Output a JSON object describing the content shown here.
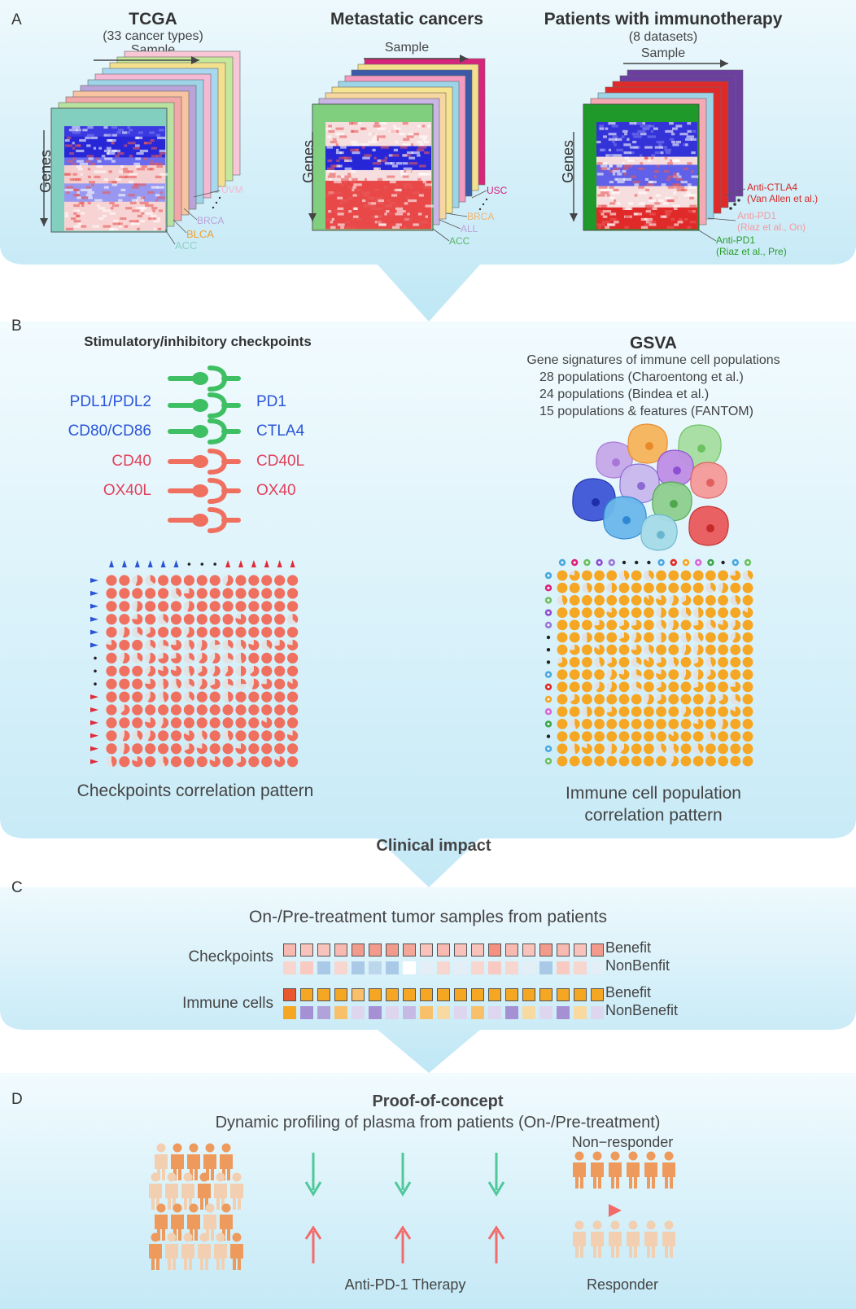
{
  "panels": {
    "a": "A",
    "b": "B",
    "c": "C",
    "d": "D"
  },
  "panelA": {
    "tcga": {
      "title": "TCGA",
      "subtitle": "(33 cancer types)",
      "sample": "Sample",
      "genes": "Genes",
      "labels": [
        "UVM",
        "BRCA",
        "BLCA",
        "ACC"
      ],
      "label_colors": [
        "#f4b9d4",
        "#b9a3d8",
        "#f2a032",
        "#8fd0c4"
      ]
    },
    "metastatic": {
      "title": "Metastatic cancers",
      "sample": "Sample",
      "genes": "Genes",
      "labels": [
        "USC",
        "BRCA",
        "ALL",
        "ACC"
      ],
      "label_colors": [
        "#d81b7c",
        "#f2b36a",
        "#b9a3d8",
        "#5ab46a"
      ]
    },
    "immuno": {
      "title": "Patients with immunotherapy",
      "subtitle": "(8 datasets)",
      "sample": "Sample",
      "genes": "Genes",
      "labels": [
        {
          "line1": "Anti-CTLA4",
          "line2": "(Van Allen et al.)",
          "color": "#d42a2a"
        },
        {
          "line1": "Anti-PD1",
          "line2": "(Riaz et al., On)",
          "color": "#f39aa0"
        },
        {
          "line1": "Anti-PD1",
          "line2": "(Riaz et al., Pre)",
          "color": "#2a9d2a"
        }
      ]
    }
  },
  "panelB": {
    "checkpoints_title": "Stimulatory/inhibitory checkpoints",
    "left_labels": [
      {
        "text": "PDL1/PDL2",
        "color": "blue"
      },
      {
        "text": "CD80/CD86",
        "color": "blue"
      },
      {
        "text": "CD40",
        "color": "red"
      },
      {
        "text": "OX40L",
        "color": "red"
      }
    ],
    "right_labels": [
      {
        "text": "PD1",
        "color": "blue"
      },
      {
        "text": "CTLA4",
        "color": "blue"
      },
      {
        "text": "CD40L",
        "color": "red"
      },
      {
        "text": "OX40",
        "color": "red"
      }
    ],
    "gsva_title": "GSVA",
    "gsva_sub": "Gene signatures of immune cell populations",
    "gsva_lines": [
      "28 populations (Charoentong et al.)",
      "24 populations (Bindea et al.)",
      "15 populations & features (FANTOM)"
    ],
    "checkpoint_caption": "Checkpoints correlation pattern",
    "immune_caption_1": "Immune cell population",
    "immune_caption_2": "correlation pattern",
    "colors": {
      "green": "#3fbf63",
      "salmon": "#f07060",
      "orange": "#f5a623",
      "pie_bg": "#e2e2e2"
    }
  },
  "clinical_impact": "Clinical impact",
  "panelC": {
    "title": "On-/Pre-treatment tumor samples from patients",
    "checkpoints_label": "Checkpoints",
    "immune_label": "Immune cells",
    "benefit": "Benefit",
    "nonbenfit": "NonBenfit",
    "benefit2": "Benefit",
    "nonbenefit2": "NonBenefit",
    "rows": {
      "cp_benefit": [
        "#f7b9b0",
        "#f8c3ba",
        "#f8c3ba",
        "#f7b9b0",
        "#f29a8c",
        "#f29a8c",
        "#f29a8c",
        "#f4a699",
        "#f8c3ba",
        "#f7b9b0",
        "#f8c3ba",
        "#f8c3ba",
        "#f3907f",
        "#f7b9b0",
        "#f8c3ba",
        "#f29a8c",
        "#f7b9b0",
        "#f8c3ba",
        "#f29a8c"
      ],
      "cp_nonbenefit": [
        "#f8d6d0",
        "#f8cac2",
        "#a9c9e6",
        "#f8d6d0",
        "#a9c9e6",
        "#bcd6ec",
        "#a9c9e6",
        "#ffffff",
        "#e3eef7",
        "#f8d6d0",
        "#e3eef7",
        "#f8d6d0",
        "#f8cac2",
        "#f8d6d0",
        "#e3eef7",
        "#a9c9e6",
        "#f8cac2",
        "#f8d6d0",
        "#e3eef7"
      ],
      "ic_benefit": [
        "#e8572e",
        "#f5a623",
        "#f5a623",
        "#f5a623",
        "#f8c06a",
        "#f5a623",
        "#f5a623",
        "#f5a623",
        "#f5a623",
        "#f5a623",
        "#f5a623",
        "#f5a623",
        "#f5a623",
        "#f5a623",
        "#f5a623",
        "#f5a623",
        "#f5a623",
        "#f5a623",
        "#f5a623"
      ],
      "ic_nonbenefit": [
        "#f5a623",
        "#a590d4",
        "#b2a2da",
        "#f8c06a",
        "#ddd6ee",
        "#a590d4",
        "#ddd6ee",
        "#c6b9e4",
        "#f8c06a",
        "#f8d9a0",
        "#ddd6ee",
        "#f8c06a",
        "#ddd6ee",
        "#a590d4",
        "#f8d9a0",
        "#ddd6ee",
        "#a590d4",
        "#f8d9a0",
        "#ddd6ee"
      ]
    }
  },
  "panelD": {
    "title": "Proof-of-concept",
    "subtitle": "Dynamic profiling of plasma from patients (On-/Pre-treatment)",
    "non_responder": "Non−responder",
    "responder": "Responder",
    "therapy": "Anti-PD-1 Therapy",
    "colors": {
      "orange": "#ee9a5c",
      "beige": "#f2cfb0",
      "down_arrow": "#4fc89a",
      "up_arrow": "#f26b6b"
    }
  }
}
